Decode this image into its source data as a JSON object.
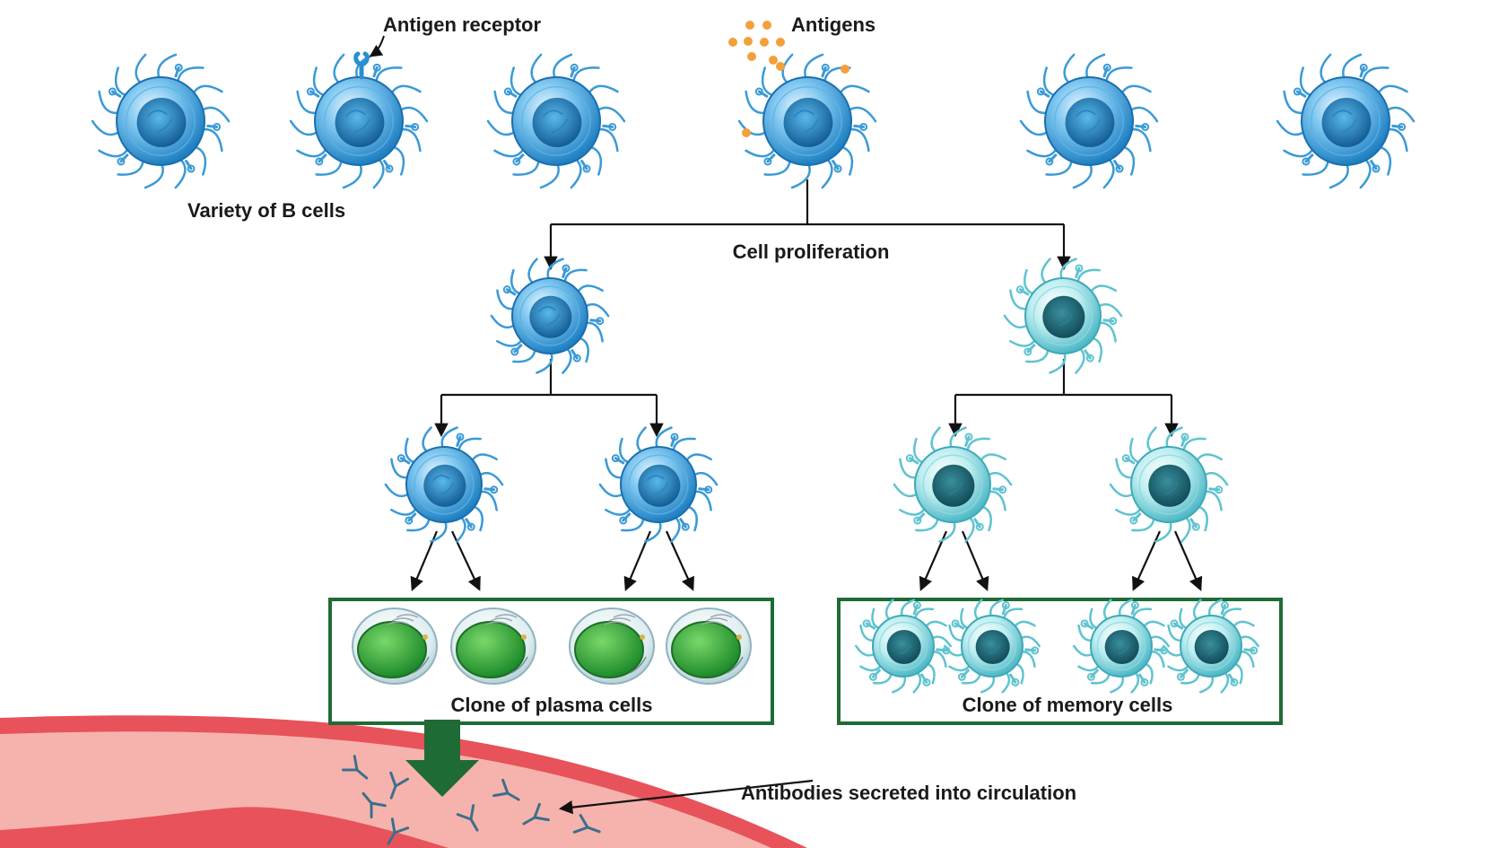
{
  "labels": {
    "antigen_receptor": "Antigen receptor",
    "antigens": "Antigens",
    "variety_of_b_cells": "Variety of B cells",
    "cell_proliferation": "Cell proliferation",
    "clone_of_plasma_cells": "Clone of plasma cells",
    "clone_of_memory_cells": "Clone of memory cells",
    "antibodies_secreted": "Antibodies secreted into circulation"
  },
  "colors": {
    "b_cell_outer": "#2a8fd0",
    "b_cell_nucleus": "#1c6fae",
    "memory_cell_outer": "#7fd3dc",
    "memory_cell_nucleus": "#1d6b7a",
    "plasma_nucleus": "#2fa52f",
    "box_border": "#1f6b35",
    "antigen": "#f2a03a",
    "vessel_wall": "#e8525a",
    "vessel_lumen": "#f6b3ad",
    "antibody": "#3d6f8a",
    "arrow": "#111111"
  },
  "icons": {
    "b_cell": "b-cell-icon",
    "memory_cell": "memory-cell-icon",
    "plasma_cell": "plasma-cell-icon",
    "antigen": "antigen-dot-icon",
    "antibody": "antibody-icon"
  }
}
